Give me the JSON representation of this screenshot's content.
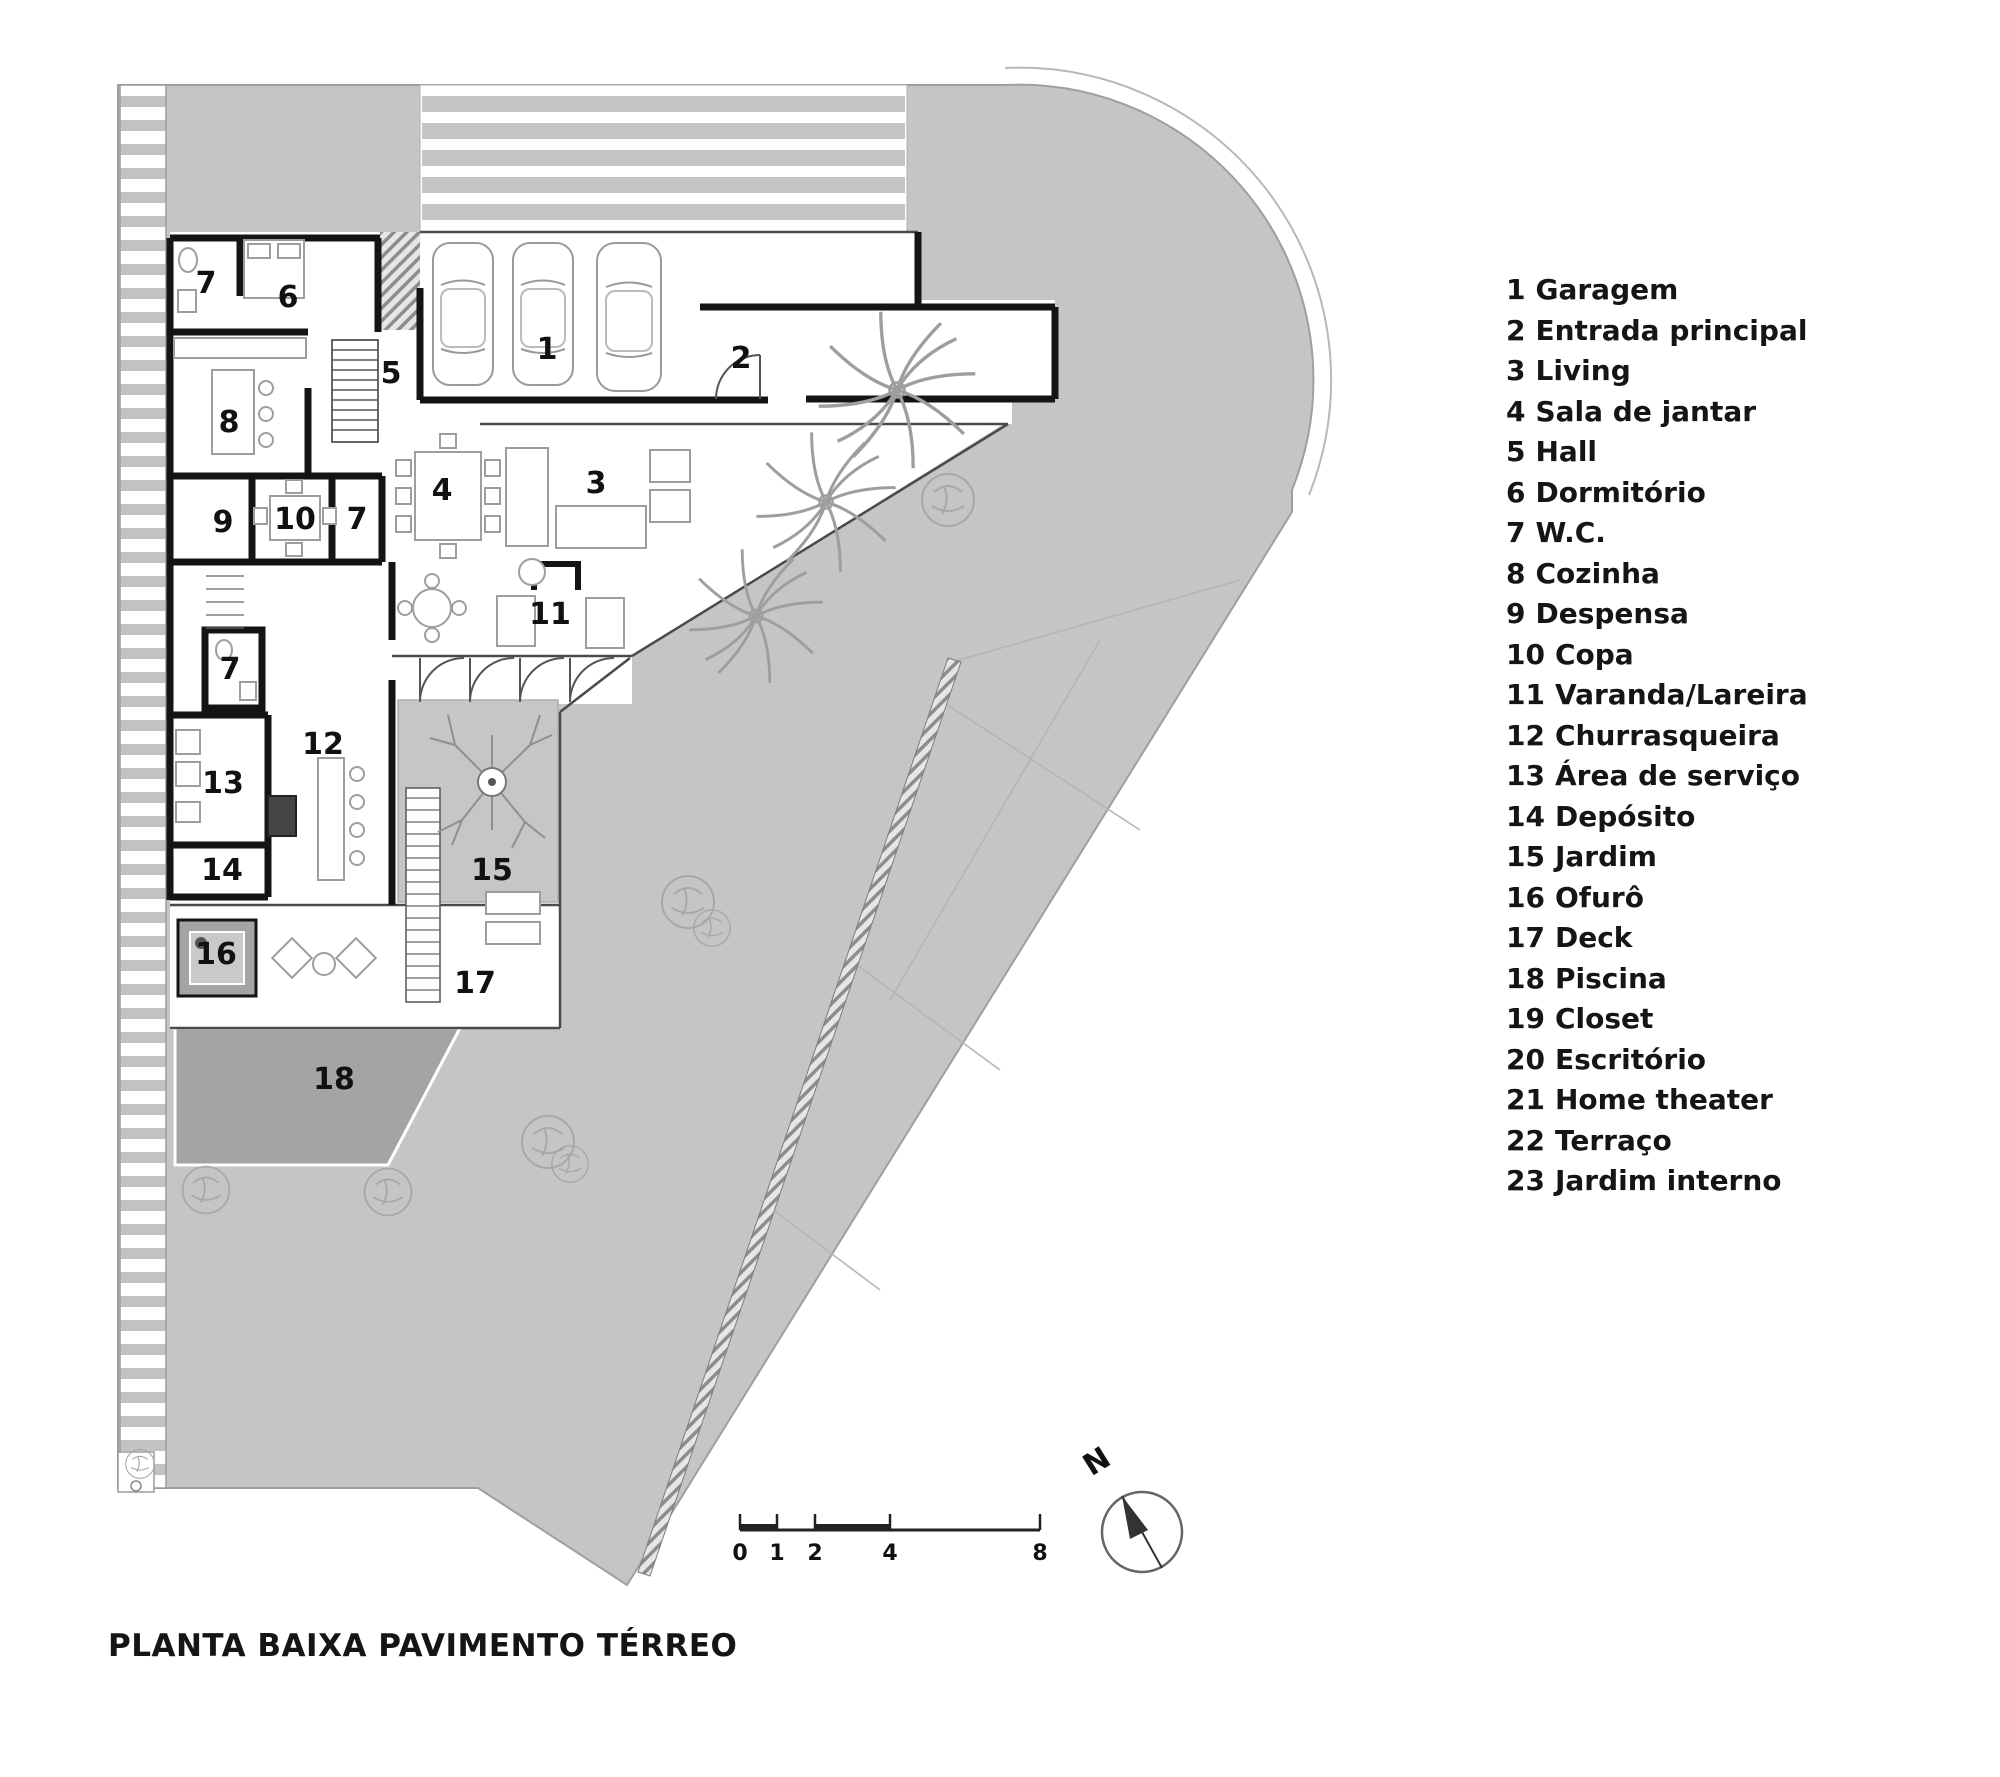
{
  "title": "PLANTA BAIXA PAVIMENTO TÉRREO",
  "legend": {
    "items": [
      {
        "num": "1",
        "label": "Garagem"
      },
      {
        "num": "2",
        "label": "Entrada principal"
      },
      {
        "num": "3",
        "label": "Living"
      },
      {
        "num": "4",
        "label": "Sala de jantar"
      },
      {
        "num": "5",
        "label": "Hall"
      },
      {
        "num": "6",
        "label": "Dormitório"
      },
      {
        "num": "7",
        "label": "W.C."
      },
      {
        "num": "8",
        "label": "Cozinha"
      },
      {
        "num": "9",
        "label": "Despensa"
      },
      {
        "num": "10",
        "label": "Copa"
      },
      {
        "num": "11",
        "label": "Varanda/Lareira"
      },
      {
        "num": "12",
        "label": "Churrasqueira"
      },
      {
        "num": "13",
        "label": "Área de serviço"
      },
      {
        "num": "14",
        "label": "Depósito"
      },
      {
        "num": "15",
        "label": "Jardim"
      },
      {
        "num": "16",
        "label": "Ofurô"
      },
      {
        "num": "17",
        "label": "Deck"
      },
      {
        "num": "18",
        "label": "Piscina"
      },
      {
        "num": "19",
        "label": "Closet"
      },
      {
        "num": "20",
        "label": "Escritório"
      },
      {
        "num": "21",
        "label": "Home theater"
      },
      {
        "num": "22",
        "label": "Terraço"
      },
      {
        "num": "23",
        "label": "Jardim interno"
      }
    ]
  },
  "plan": {
    "room_labels": [
      {
        "num": "7"
      },
      {
        "num": "6"
      },
      {
        "num": "5"
      },
      {
        "num": "1"
      },
      {
        "num": "2"
      },
      {
        "num": "8"
      },
      {
        "num": "4"
      },
      {
        "num": "3"
      },
      {
        "num": "9"
      },
      {
        "num": "10"
      },
      {
        "num": "7"
      },
      {
        "num": "11"
      },
      {
        "num": "7"
      },
      {
        "num": "12"
      },
      {
        "num": "13"
      },
      {
        "num": "14"
      },
      {
        "num": "15"
      },
      {
        "num": "16"
      },
      {
        "num": "17"
      },
      {
        "num": "18"
      }
    ]
  },
  "scale_bar": {
    "ticks": [
      "0",
      "1",
      "2",
      "4",
      "8"
    ]
  },
  "compass": {
    "label": "N"
  },
  "colors": {
    "site_gray": "#c5c5c5",
    "pool_gray": "#a4a4a4",
    "wall_black": "#141414"
  }
}
